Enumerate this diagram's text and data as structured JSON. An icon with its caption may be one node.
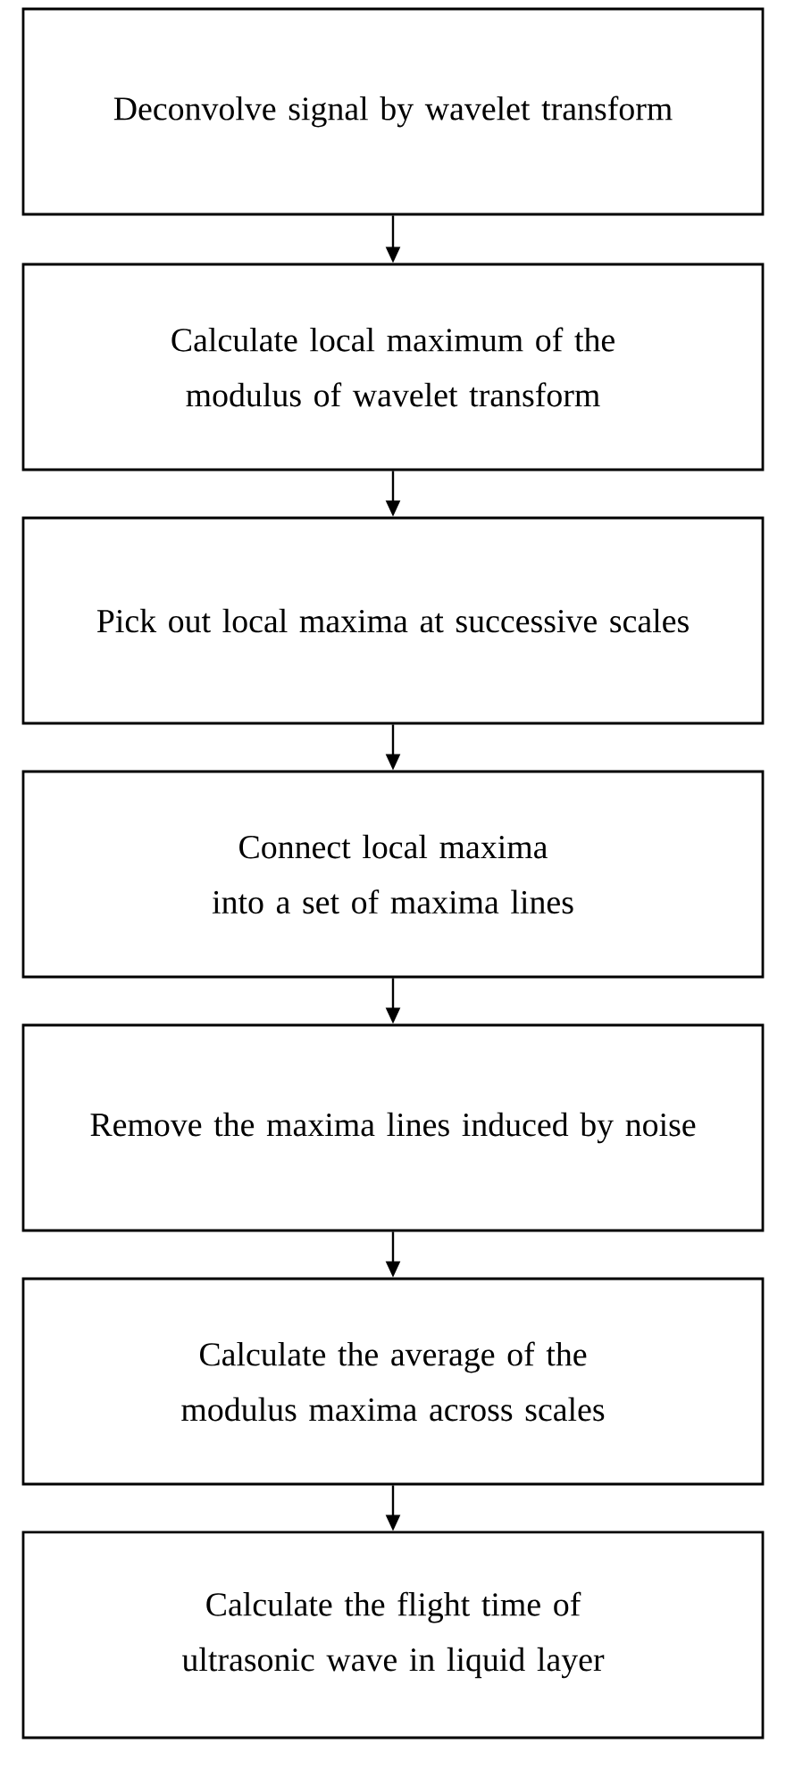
{
  "diagram": {
    "nodes": [
      {
        "text": [
          "Deconvolve signal by wavelet transform"
        ]
      },
      {
        "text": [
          "Calculate local maximum of the modulus of wavelet transform"
        ]
      },
      {
        "text": [
          "Pick out local maxima at successive scales"
        ]
      },
      {
        "text": [
          "Connect local maxima into a set of maxima lines"
        ]
      },
      {
        "text": [
          "Remove the maxima lines induced by noise"
        ]
      },
      {
        "text": [
          "Calculate the average of the modulus maxima across scales"
        ]
      },
      {
        "text": [
          "Calculate the flight time of ultrasonic wave in liquid layer"
        ]
      }
    ],
    "edges": [
      {
        "from": 0,
        "to": 1,
        "arrow": "to"
      },
      {
        "from": 1,
        "to": 2,
        "arrow": "to"
      },
      {
        "from": 2,
        "to": 3,
        "arrow": "to"
      },
      {
        "from": 3,
        "to": 4,
        "arrow": "to"
      },
      {
        "from": 4,
        "to": 5,
        "arrow": "to"
      },
      {
        "from": 5,
        "to": 6,
        "arrow": "to"
      }
    ]
  }
}
